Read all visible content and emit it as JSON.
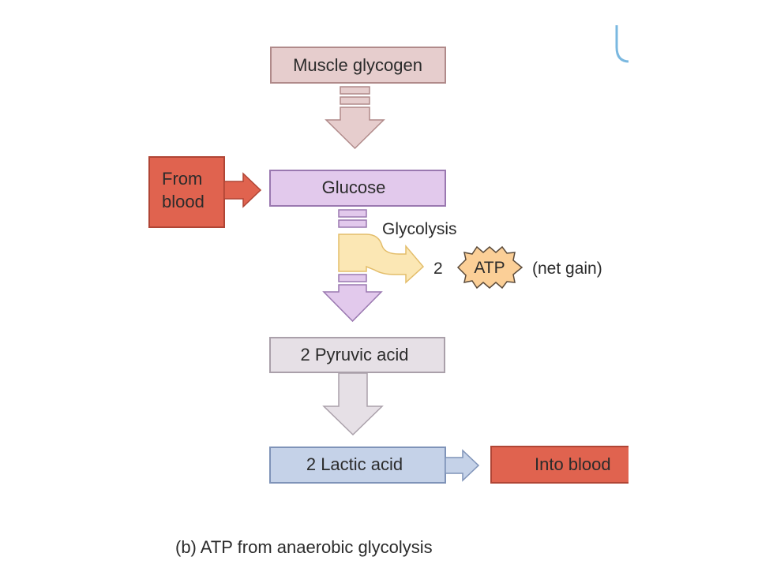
{
  "diagram": {
    "nodes": {
      "muscle_glycogen": "Muscle glycogen",
      "glucose": "Glucose",
      "from_blood": [
        "From",
        "blood"
      ],
      "pyruvic_acid": "2 Pyruvic acid",
      "lactic_acid": "2 Lactic acid",
      "into_blood": "Into blood"
    },
    "glycolysis_label": "Glycolysis",
    "atp": {
      "count": "2",
      "label": "ATP",
      "note": "(net gain)"
    },
    "caption": "(b)  ATP from anaerobic glycolysis"
  },
  "colors": {
    "glycogen_fill": "#e6cdcd",
    "glycogen_stroke": "#b08a8a",
    "glucose_fill": "#e2c9ec",
    "glucose_stroke": "#9a78b0",
    "red_fill": "#e0634f",
    "red_stroke": "#b04535",
    "pyruvic_fill": "#e6e0e6",
    "pyruvic_stroke": "#aaa0aa",
    "lactic_fill": "#c5d2e8",
    "lactic_stroke": "#7f93b8",
    "yellow_fill": "#fbe7b4",
    "yellow_stroke": "#e3bd6a",
    "atp_fill": "#fbcf97",
    "atp_stroke": "#5a4a3a",
    "corner_mark": "#7ab8e0"
  }
}
